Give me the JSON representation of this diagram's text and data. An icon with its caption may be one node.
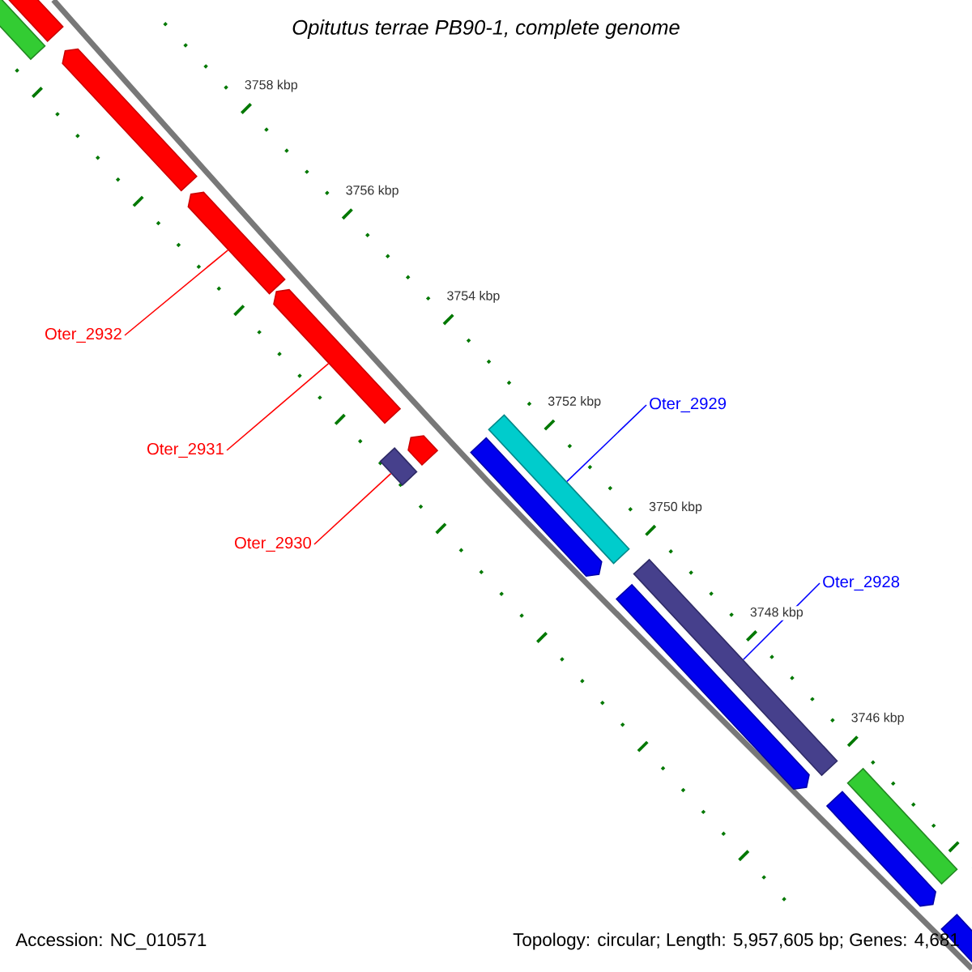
{
  "diagram": {
    "title": "Opitutus terrae PB90-1, complete genome",
    "nodes": [
      {
        "text": [],
        "shape": "bar"
      },
      {
        "text": [],
        "shape": "pentagon"
      },
      {
        "text": [],
        "shape": "pentagon"
      },
      {
        "text": [],
        "shape": "pentagon"
      },
      {
        "text": [],
        "shape": "pentagon"
      },
      {
        "text": [],
        "shape": "bar"
      },
      {
        "text": [],
        "shape": "pentagon"
      },
      {
        "text": [],
        "shape": "pentagon"
      },
      {
        "text": [],
        "shape": "bar"
      },
      {
        "text": [],
        "shape": "bar"
      },
      {
        "text": [],
        "shape": "pentagon"
      },
      {
        "text": [],
        "shape": "bar"
      },
      {
        "text": [],
        "shape": "pentagon"
      },
      {
        "text": [],
        "shape": "pentagon"
      },
      {
        "text": [
          "Oter_2932"
        ]
      },
      {
        "text": [
          "Oter_2931"
        ]
      },
      {
        "text": [
          "Oter_2930"
        ]
      },
      {
        "text": [
          "Oter_2929"
        ]
      },
      {
        "text": [
          "Oter_2928"
        ]
      }
    ],
    "edges": [
      {
        "from": 14,
        "to": 3,
        "arrow": "none"
      },
      {
        "from": 15,
        "to": 4,
        "arrow": "none"
      },
      {
        "from": 16,
        "to": 5,
        "arrow": "none"
      },
      {
        "from": 17,
        "to": 8,
        "arrow": "none",
        "color": "#0000ff"
      },
      {
        "from": 18,
        "to": 9,
        "arrow": "none",
        "color": "#0000ff"
      }
    ],
    "labels": [
      "3758 kbp",
      "3756 kbp",
      "3754 kbp",
      "3752 kbp",
      "3750 kbp",
      "3748 kbp",
      "3746 kbp",
      "Accession: NC_010571",
      "Topology: circular; Length: 5,957,605 bp; Genes: 4,681"
    ]
  }
}
